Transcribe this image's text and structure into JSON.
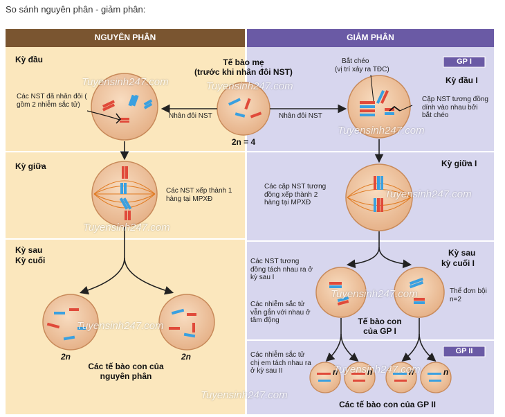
{
  "caption": "So sánh nguyên phân - giảm phân:",
  "headers": {
    "mitosis": "NGUYÊN PHÂN",
    "meiosis": "GIẢM PHÂN"
  },
  "mitosis": {
    "prophase": "Kỳ đầu",
    "prophase_note": "Các NST đã nhân đôi ( gồm 2 nhiễm sắc tử)",
    "metaphase": "Kỳ giữa",
    "metaphase_note": "Các NST xếp thành 1 hàng tại MPXĐ",
    "anaphase_line1": "Kỳ sau",
    "anaphase_line2": "Kỳ cuối",
    "daughter_n_left": "2n",
    "daughter_n_right": "2n",
    "result": "Các tế bào con của nguyên phân"
  },
  "mother": {
    "title_line1": "Tế bào mẹ",
    "title_line2": "(trước khi nhân đôi NST)",
    "left_arrow": "Nhân đôi NST",
    "right_arrow": "Nhân đôi NST",
    "chromosome_number": "2n = 4"
  },
  "meiosis": {
    "gp1_badge": "GP I",
    "crossing_over_line1": "Bắt chéo",
    "crossing_over_line2": "(vị trí xảy ra TĐC)",
    "prophase1": "Kỳ đầu I",
    "homolog_note": "Cặp NST tương đồng dính vào nhau bởi bắt chéo",
    "metaphase1": "Kỳ giữa I",
    "metaphase1_note": "Các cặp NST tương đồng xếp thành 2 hàng tại MPXĐ",
    "anaphase1_line1": "Kỳ sau",
    "anaphase1_line2": "kỳ cuối I",
    "separate_note": "Các NST tương đồng tách nhau ra ở kỳ sau I",
    "sister_note": "Các nhiễm sắc tử vẫn gắn với nhau ở tâm động",
    "haploid_note": "Thể đơn bội n=2",
    "daughter1_line1": "Tế bào con",
    "daughter1_line2": "của GP I",
    "gp2_badge": "GP II",
    "sister_sep_note": "Các nhiễm sắc tử chị em tách nhau ra ở kỳ sau II",
    "n_labels": [
      "n",
      "n",
      "n",
      "n"
    ],
    "result": "Các tế bào con của GP II"
  },
  "watermark": "Tuyensinh247.com",
  "colors": {
    "mitosis_header": "#7a5530",
    "mitosis_bg": "#fbe7bd",
    "meiosis_header": "#6a5aa5",
    "meiosis_bg": "#d7d6ee",
    "gp_badge": "#6a5aa5",
    "cell_fill": "#f2c9a1",
    "chromosome_red": "#e04a3a",
    "chromosome_blue": "#3aa0e0",
    "spindle": "#e07a20"
  }
}
